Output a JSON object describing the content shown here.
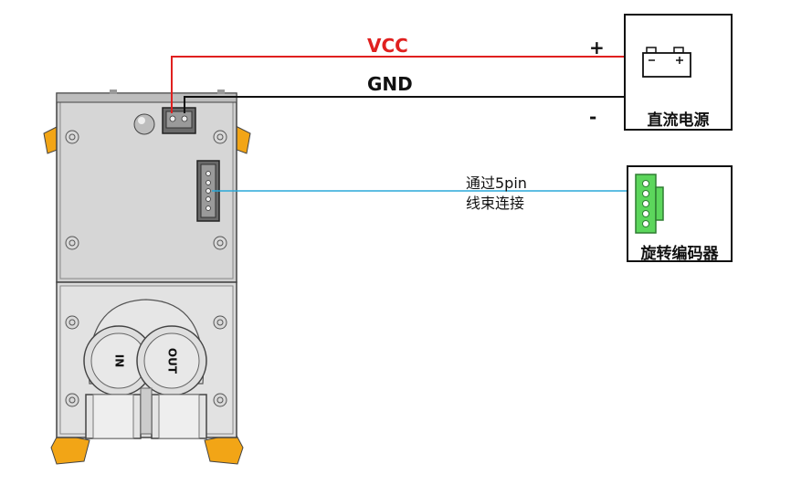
{
  "colors": {
    "vcc_wire": "#e0201f",
    "gnd_wire": "#111111",
    "signal_wire": "#2aa8d8",
    "enclosure": "#c9c9c9",
    "corner_tab": "#f2a516",
    "connector_green": "#5cd65c"
  },
  "wires": {
    "vcc_label": "VCC",
    "gnd_label": "GND",
    "plus_label": "+",
    "minus_label": "-",
    "signal_note_line1": "通过5pin",
    "signal_note_line2": "线束连接"
  },
  "devices": {
    "power_supply": {
      "label": "直流电源",
      "icon": "battery-icon"
    },
    "rotary_encoder": {
      "label": "旋转编码器",
      "icon": "5pin-connector-icon"
    }
  },
  "pump": {
    "inlet_label": "IN",
    "outlet_label": "OUT"
  }
}
